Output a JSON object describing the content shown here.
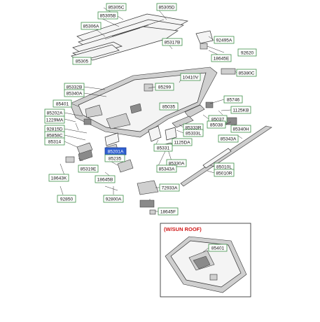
{
  "labels": {
    "l85305C": "85305C",
    "l85305D": "85305D",
    "l85305B": "85305B",
    "l85306A": "85306A",
    "l85305": "85305",
    "l85317B": "85317B",
    "l92495A": "92495A",
    "l92620": "92620",
    "l18645E": "18645E",
    "l85380C": "85380C",
    "l10410V": "10410V",
    "l85332B": "85332B",
    "l85340A": "85340A",
    "l85299": "85299",
    "l85746": "85746",
    "l85401": "85401",
    "l85202A": "85202A",
    "l85035": "85035",
    "l1125KB": "1125KB",
    "l1229MA": "1229MA",
    "l85037": "85037",
    "l92815D": "92815D",
    "l85333R": "85333R",
    "l85333L": "85333L",
    "l85038": "85038",
    "l85340H": "85340H",
    "l85858C": "85858C",
    "l85314": "85314",
    "l1125DA": "1125DA",
    "l85343A_r": "85343A",
    "l85331": "85331",
    "l85201A": "85201A",
    "l85235": "85235",
    "l85330A": "85330A",
    "l85343A": "85343A",
    "l85319E": "85319E",
    "l85010L": "85010L",
    "l85010R": "85010R",
    "l18643K": "18643K",
    "l18645B": "18645B",
    "l72933A": "72933A",
    "l92850": "92850",
    "l92800A": "92800A",
    "l18645F": "18645F",
    "l85401_inset": "85401"
  },
  "inset": {
    "title": "(W/SUN ROOF)"
  },
  "colors": {
    "tag_border": "#3f8f4a",
    "highlight": "#2f5fd0",
    "inset_title": "#d01818"
  }
}
